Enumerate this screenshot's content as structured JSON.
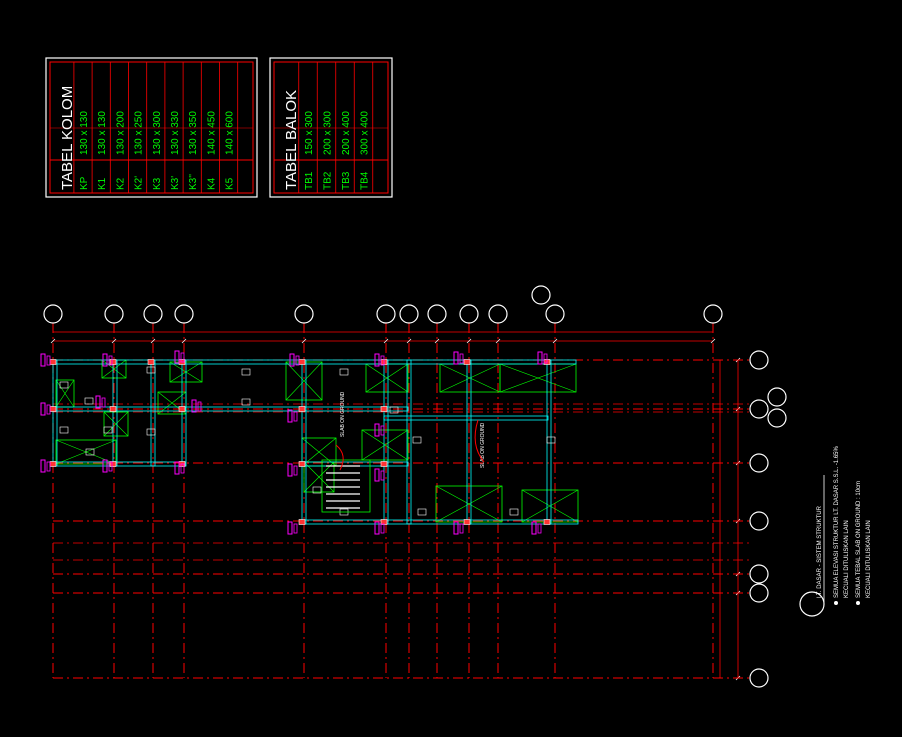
{
  "colors": {
    "background": "#000000",
    "gridline": "#ff0000",
    "beam": "#00ffff",
    "slab_outline": "#00ff00",
    "label_magenta": "#ff00ff",
    "text_white": "#ffffff",
    "column_fill": "#ff3333",
    "annotation_red": "#ff0000"
  },
  "tabel_kolom": {
    "title": "TABEL KOLOM",
    "rows": [
      {
        "code": "KP",
        "size": "130 x 130"
      },
      {
        "code": "K1",
        "size": "130 x 130"
      },
      {
        "code": "K2",
        "size": "130 x 200"
      },
      {
        "code": "K2'",
        "size": "130 x 250"
      },
      {
        "code": "K3",
        "size": "130 x 300"
      },
      {
        "code": "K3'",
        "size": "130 x 330"
      },
      {
        "code": "K3''",
        "size": "130 x 350"
      },
      {
        "code": "K4",
        "size": "140 x 450"
      },
      {
        "code": "K5",
        "size": "140 x 600"
      }
    ]
  },
  "tabel_balok": {
    "title": "TABEL BALOK",
    "rows": [
      {
        "code": "TB1",
        "size": "150 x 300"
      },
      {
        "code": "TB2",
        "size": "200 x 300"
      },
      {
        "code": "TB3",
        "size": "200 x 400"
      },
      {
        "code": "TB4",
        "size": "300 x 400"
      }
    ]
  },
  "drawing_title": "LT. DASAR - SISTEM STRUKTUR",
  "notes": [
    "SEMUA ELEVASI STRUKTUR LT. DASAR S.S.L. -1.65%",
    "KECUALI DITULISKAN LAIN",
    "SEMUA TEBAL SLAB ON GROUND : 10cm",
    "KECUALI DITULISKAN LAIN"
  ],
  "slab_labels": [
    "SLAB ON GROUND",
    "SLAB ON GROUND"
  ]
}
